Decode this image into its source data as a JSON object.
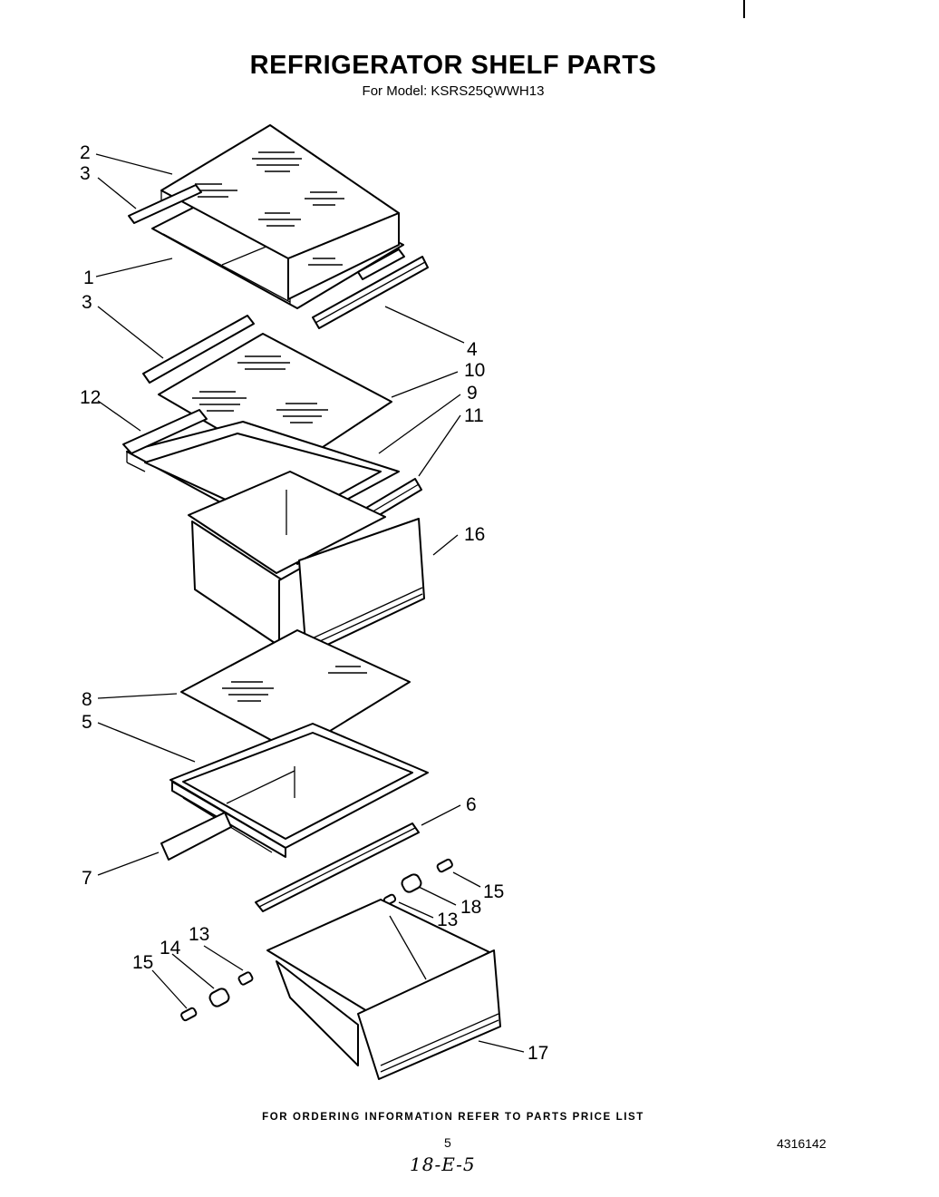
{
  "title": "REFRIGERATOR SHELF PARTS",
  "subtitle": "For Model: KSRS25QWWH13",
  "footer": "FOR ORDERING INFORMATION REFER TO PARTS PRICE LIST",
  "page_number": "5",
  "document_number": "4316142",
  "handwritten_note": "18-E-5",
  "callouts": [
    {
      "id": "c2",
      "label": "2"
    },
    {
      "id": "c3a",
      "label": "3"
    },
    {
      "id": "c1",
      "label": "1"
    },
    {
      "id": "c3b",
      "label": "3"
    },
    {
      "id": "c4",
      "label": "4"
    },
    {
      "id": "c10",
      "label": "10"
    },
    {
      "id": "c12",
      "label": "12"
    },
    {
      "id": "c9",
      "label": "9"
    },
    {
      "id": "c11",
      "label": "11"
    },
    {
      "id": "c16",
      "label": "16"
    },
    {
      "id": "c8",
      "label": "8"
    },
    {
      "id": "c5",
      "label": "5"
    },
    {
      "id": "c6",
      "label": "6"
    },
    {
      "id": "c7",
      "label": "7"
    },
    {
      "id": "c15a",
      "label": "15"
    },
    {
      "id": "c18",
      "label": "18"
    },
    {
      "id": "c13a",
      "label": "13"
    },
    {
      "id": "c13b",
      "label": "13"
    },
    {
      "id": "c14",
      "label": "14"
    },
    {
      "id": "c15b",
      "label": "15"
    },
    {
      "id": "c17",
      "label": "17"
    }
  ]
}
